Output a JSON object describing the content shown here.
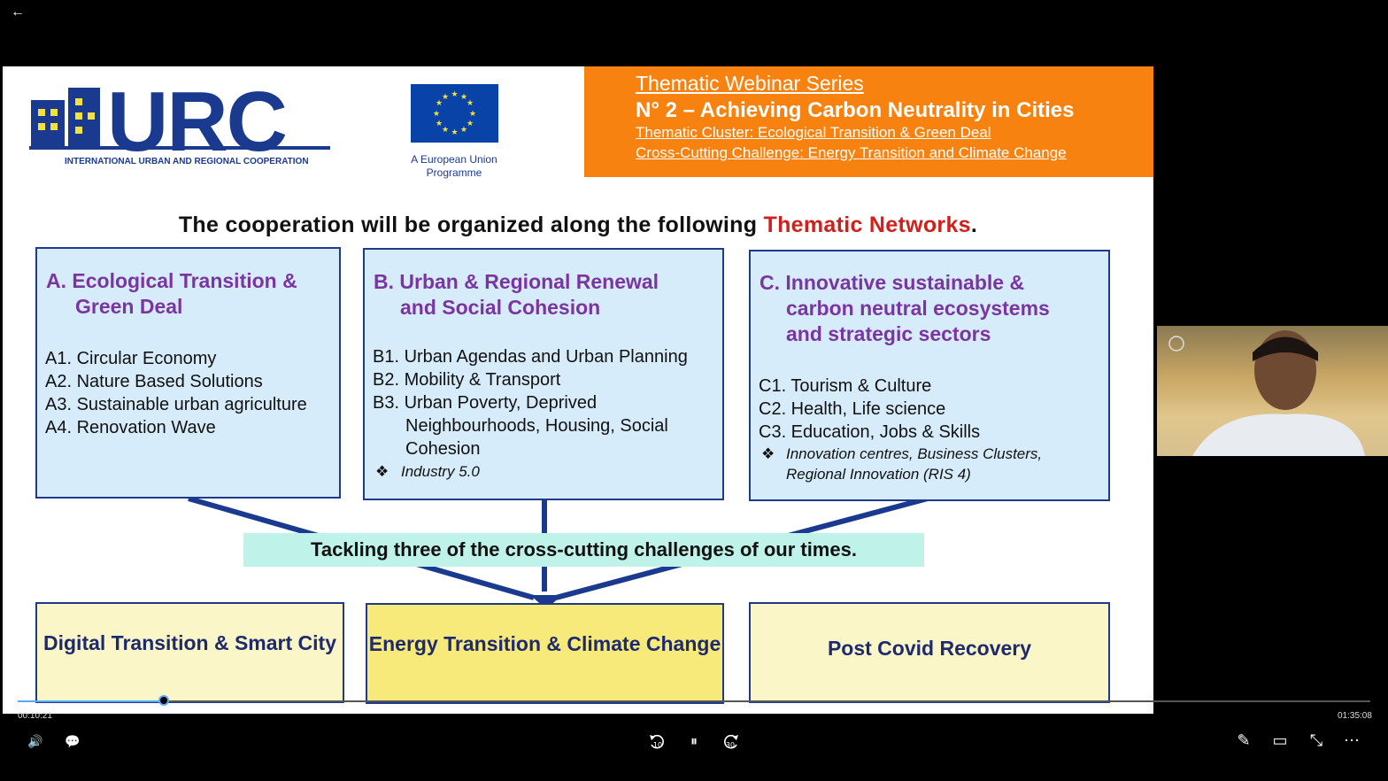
{
  "player": {
    "back_icon": "←",
    "current_time": "00:10:21",
    "total_time": "01:35:08",
    "progress_fraction": 0.108,
    "volume_icon": "🔊",
    "captions_icon": "💬",
    "rewind_label": "10",
    "pause_icon": "⏸",
    "forward_label": "30",
    "edit_icon": "✎",
    "miniplayer_icon": "▭",
    "exit_fullscreen_icon": "⤡",
    "more_icon": "⋯"
  },
  "slide": {
    "logo_text": "URC",
    "logo_subtitle": "INTERNATIONAL URBAN AND REGIONAL COOPERATION",
    "eu_caption": "A European Union Programme",
    "banner": {
      "series": "Thematic Webinar Series",
      "title": "N°  2 – Achieving Carbon Neutrality in Cities",
      "cluster": "Thematic Cluster: Ecological Transition & Green Deal",
      "challenge": "Cross-Cutting Challenge: Energy Transition and Climate Change"
    },
    "headline_main": "The cooperation will be organized along the following ",
    "headline_highlight": "Thematic Networks",
    "headline_end": ".",
    "box_a": {
      "title_1": "A.  Ecological Transition &",
      "title_2": "Green Deal",
      "items": [
        "A1. Circular Economy",
        "A2. Nature Based Solutions",
        "A3. Sustainable urban agriculture",
        "A4. Renovation Wave"
      ]
    },
    "box_b": {
      "title_1": "B. Urban & Regional Renewal",
      "title_2": "and Social Cohesion",
      "items": [
        "B1. Urban Agendas and Urban Planning",
        "B2. Mobility & Transport",
        "B3. Urban Poverty, Deprived",
        "Neighbourhoods, Housing, Social",
        "Cohesion"
      ],
      "bullet": "Industry 5.0"
    },
    "box_c": {
      "title_1": "C. Innovative sustainable &",
      "title_2": "carbon neutral ecosystems",
      "title_3": "and strategic sectors",
      "items": [
        "C1. Tourism & Culture",
        "C2. Health, Life science",
        "C3. Education, Jobs & Skills"
      ],
      "bullet_1": "Innovation centres, Business Clusters,",
      "bullet_2": "Regional Innovation (RIS 4)"
    },
    "tackle": "Tackling three of the cross-cutting challenges of our times.",
    "challenges": [
      "Digital Transition & Smart City",
      "Energy Transition & Climate Change",
      "Post Covid Recovery"
    ],
    "bullet_symbol": "❖"
  },
  "colors": {
    "navy": "#1f3a8a",
    "orange": "#f7820f",
    "purple": "#7a35a0",
    "red": "#d0201b",
    "light_blue": "#d7ecfb",
    "yellow_highlight": "#f7ea7a",
    "yellow_pale": "#fbf6c8"
  }
}
